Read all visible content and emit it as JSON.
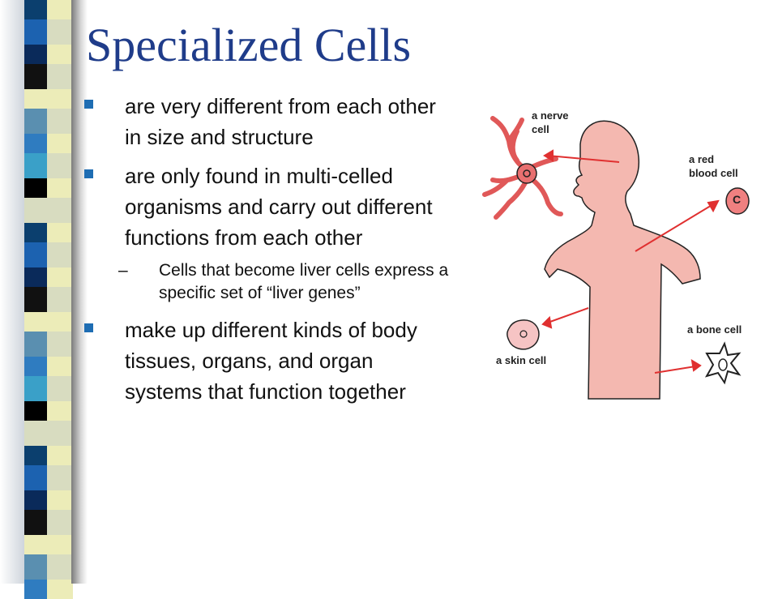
{
  "slide": {
    "title": "Specialized Cells"
  },
  "bullets": [
    {
      "text": "are very different from each other in size and structure"
    },
    {
      "text": "are only found in multi-celled organisms and carry out different functions from each other"
    },
    {
      "text": "make up different kinds of body tissues, organs, and organ systems that function together"
    }
  ],
  "sub_bullet": {
    "dash": "–",
    "text": "Cells that become liver cells express a specific set of “liver genes”"
  },
  "figure": {
    "labels": {
      "nerve_line1": "a nerve",
      "nerve_line2": "cell",
      "red_line1": "a red",
      "red_line2": "blood cell",
      "skin": "a skin cell",
      "bone": "a bone cell",
      "rbc_letter": "C"
    },
    "colors": {
      "body_fill": "#f4b8b0",
      "arrow": "#e03030",
      "outline": "#222222"
    }
  },
  "theme": {
    "title_color": "#1f3c8a",
    "bullet_marker": "#1e6db3"
  }
}
